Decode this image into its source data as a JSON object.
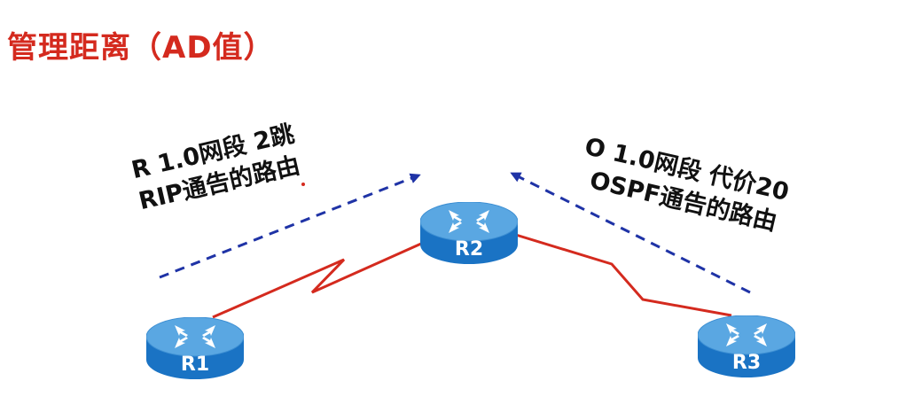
{
  "title": "管理距离（AD值）",
  "colors": {
    "title": "#d42a1e",
    "link": "#d42a1e",
    "arrow": "#1f33a6",
    "router_top": "#5aa7e2",
    "router_side": "#1a73c4"
  },
  "routers": [
    {
      "id": "r1",
      "label": "R1"
    },
    {
      "id": "r2",
      "label": "R2"
    },
    {
      "id": "r3",
      "label": "R3"
    }
  ],
  "annotations": {
    "left": {
      "line1": "R  1.0网段  2跳",
      "line2": "RIP通告的路由"
    },
    "right": {
      "line1": "O  1.0网段  代价20",
      "line2": "OSPF通告的路由"
    }
  },
  "icons": {
    "router": "router-icon",
    "serial_link": "serial-link-icon",
    "advertisement_arrow": "dashed-arrow-icon"
  }
}
